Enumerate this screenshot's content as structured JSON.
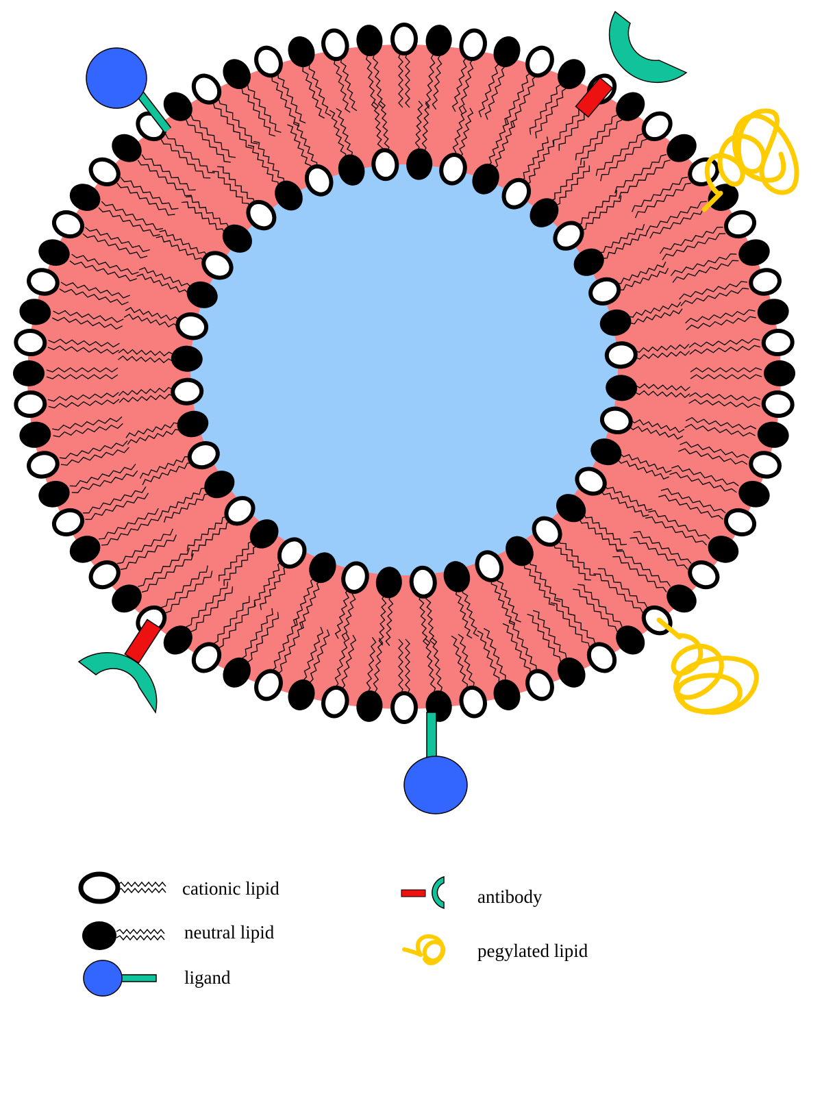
{
  "colors": {
    "bilayer": "#F87E7E",
    "core": "#99CCFB",
    "cationic_head_fill": "#FFFFFF",
    "head_stroke": "#000000",
    "neutral_head": "#000000",
    "ligand_head": "#3366FF",
    "ligand_stem": "#11C39A",
    "antibody_stem": "#EE1111",
    "antibody_cup": "#11C39A",
    "peg": "#FFCC00",
    "background": "#FFFFFF"
  },
  "legend": {
    "cationic_lipid": "cationic lipid",
    "neutral_lipid": "neutral lipid",
    "ligand": "ligand",
    "antibody": "antibody",
    "pegylated_lipid": "pegylated lipid"
  },
  "components": {
    "outer_leaflet_lipids": 68,
    "inner_leaflet_lipids": 40,
    "ligands": 2,
    "antibodies": 2,
    "pegylated_lipids": 2
  }
}
